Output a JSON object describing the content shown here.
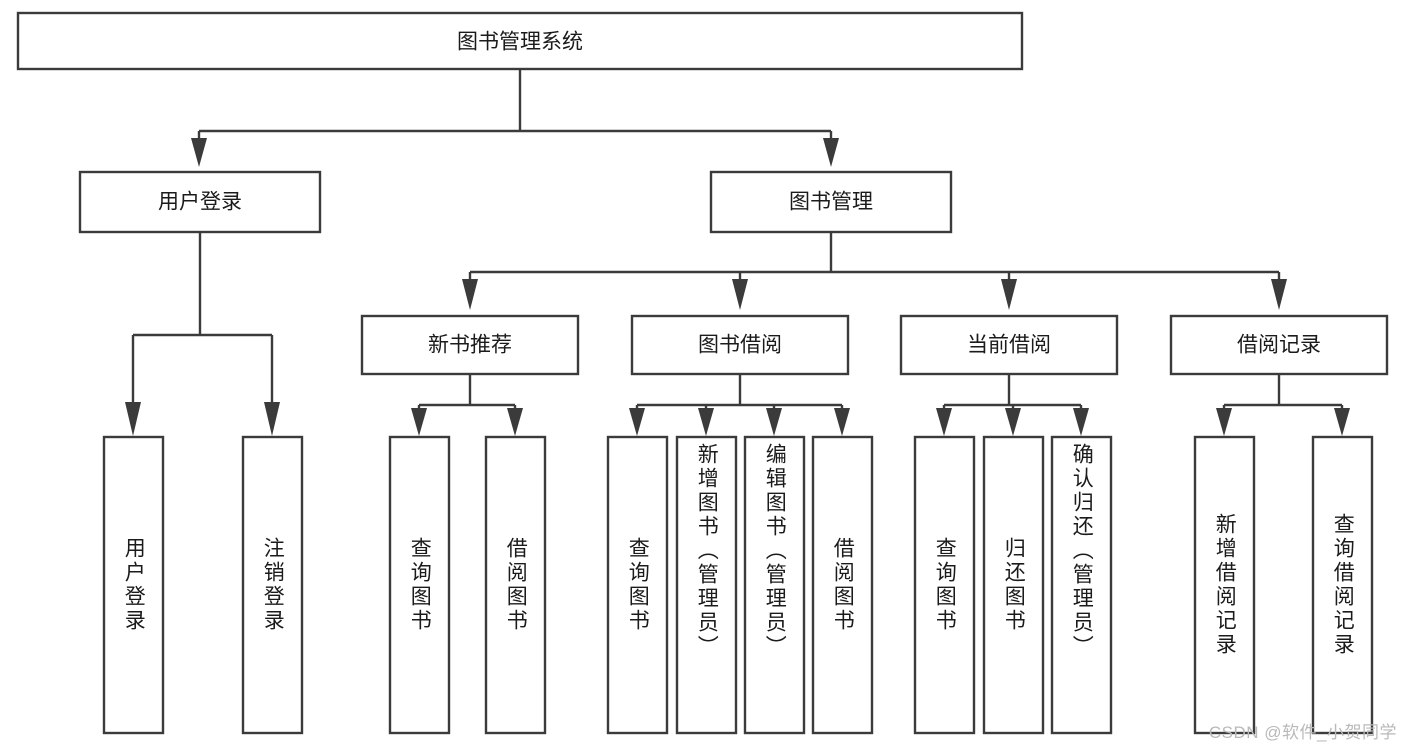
{
  "diagram": {
    "title": "图书管理系统",
    "type": "tree-hierarchy-diagram",
    "orientation": "top-down",
    "colors": {
      "box_stroke": "#3b3b3b",
      "box_fill": "#ffffff",
      "text": "#1b1b1b",
      "connector": "#3b3b3b",
      "watermark": "#b9b9b9"
    },
    "root": {
      "label": "图书管理系统"
    },
    "level1": [
      {
        "label": "用户登录"
      },
      {
        "label": "图书管理"
      }
    ],
    "level2": [
      {
        "label": "新书推荐"
      },
      {
        "label": "图书借阅"
      },
      {
        "label": "当前借阅"
      },
      {
        "label": "借阅记录"
      }
    ],
    "leaves": {
      "user_login": [
        {
          "label": "用户登录"
        },
        {
          "label": "注销登录"
        }
      ],
      "new_book_recommend": [
        {
          "label": "查询图书"
        },
        {
          "label": "借阅图书"
        }
      ],
      "book_borrow": [
        {
          "label": "查询图书"
        },
        {
          "label": "新增图书（管理员）"
        },
        {
          "label": "编辑图书（管理员）"
        },
        {
          "label": "借阅图书"
        }
      ],
      "current_borrow": [
        {
          "label": "查询图书"
        },
        {
          "label": "归还图书"
        },
        {
          "label": "确认归还（管理员）"
        }
      ],
      "borrow_records": [
        {
          "label": "新增借阅记录"
        },
        {
          "label": "查询借阅记录"
        }
      ]
    }
  },
  "watermark": {
    "text": "CSDN @软件_小贺同学"
  }
}
